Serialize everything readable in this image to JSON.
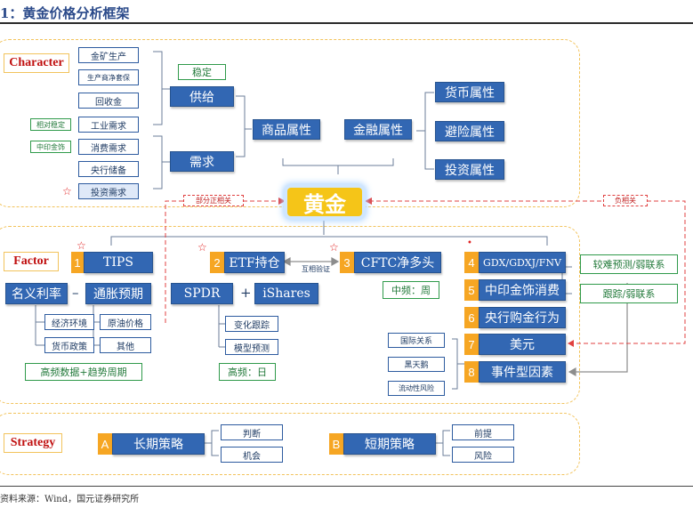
{
  "title": "1：黄金价格分析框架",
  "source": "资料来源：Wind，国元证券研究所",
  "center": "黄金",
  "links": {
    "partial": "部分正相关",
    "negative": "负相关",
    "mutual": "互相验证"
  },
  "character": {
    "label": "Character",
    "supply_items": [
      "金矿生产",
      "生产商净套保",
      "回收金"
    ],
    "demand_items": [
      "工业需求",
      "消费需求",
      "央行储备",
      "投资需求"
    ],
    "supply": "供给",
    "demand": "需求",
    "stable": "稳定",
    "rel_stable": "相对稳定",
    "yinjinshi": "中印金饰",
    "commodity": "商品属性",
    "financial": "金融属性",
    "fin_items": [
      "货币属性",
      "避险属性",
      "投资属性"
    ]
  },
  "factor": {
    "label": "Factor",
    "f1": {
      "num": "1",
      "label": "TIPS"
    },
    "f2": {
      "num": "2",
      "label": "ETF持仓"
    },
    "f3": {
      "num": "3",
      "label": "CFTC净多头"
    },
    "nominal": "名义利率",
    "dash": "–",
    "inflation": "通胀预期",
    "econ": "经济环境",
    "monetary": "货币政策",
    "oil": "原油价格",
    "other": "其他",
    "hf_trend": "高频数据+趋势周期",
    "spdr": "SPDR",
    "plus": "+",
    "ishares": "iShares",
    "track": "变化跟踪",
    "model": "模型预测",
    "daily": "高频：日",
    "weekly": "中频：周",
    "intl": "国际关系",
    "swan": "黑天鹅",
    "liq": "流动性风险",
    "right": [
      {
        "num": "4",
        "label": "GDX/GDXJ/FNV"
      },
      {
        "num": "5",
        "label": "中印金饰消费"
      },
      {
        "num": "6",
        "label": "央行购金行为"
      },
      {
        "num": "7",
        "label": "美元"
      },
      {
        "num": "8",
        "label": "事件型因素"
      }
    ],
    "hard": "较难预测/弱联系",
    "follow": "跟踪/弱联系"
  },
  "strategy": {
    "label": "Strategy",
    "a": "A",
    "long": "长期策略",
    "judge": "判断",
    "chance": "机会",
    "b": "B",
    "short": "短期策略",
    "premise": "前提",
    "risk": "风险"
  },
  "colors": {
    "blue": "#3267b3",
    "orange": "#f6a623",
    "gold": "#f5c518",
    "green": "#2f9a4a",
    "red": "#c01010"
  }
}
